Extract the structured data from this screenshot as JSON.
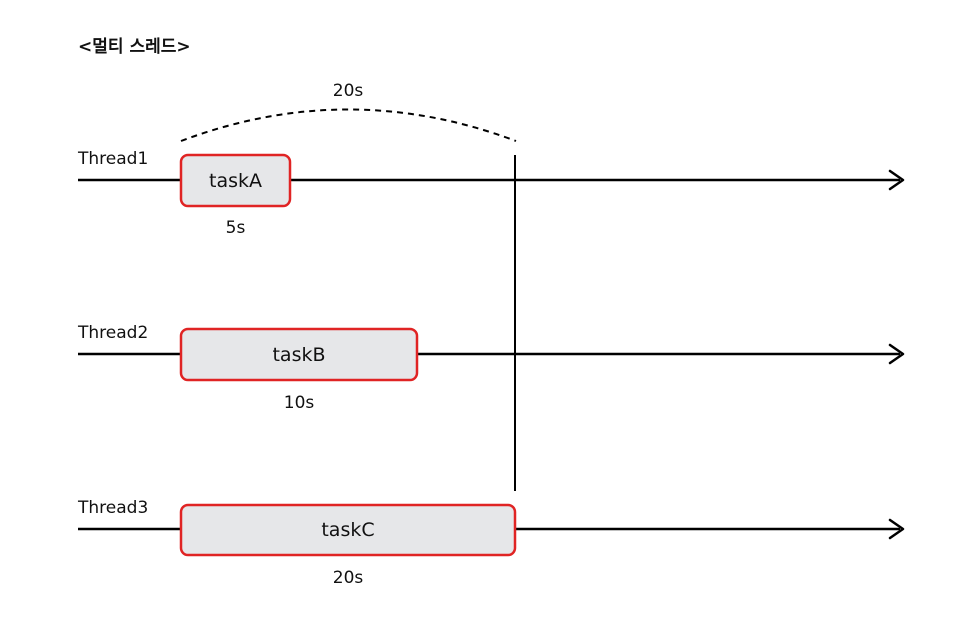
{
  "title": "<멀티 스레드>",
  "total_duration_label": "20s",
  "threads": [
    {
      "name": "Thread1",
      "task": "taskA",
      "duration_label": "5s"
    },
    {
      "name": "Thread2",
      "task": "taskB",
      "duration_label": "10s"
    },
    {
      "name": "Thread3",
      "task": "taskC",
      "duration_label": "20s"
    }
  ],
  "colors": {
    "task_border": "#e02424",
    "task_fill": "#e6e7e9",
    "line": "#000000",
    "text": "#111111"
  }
}
